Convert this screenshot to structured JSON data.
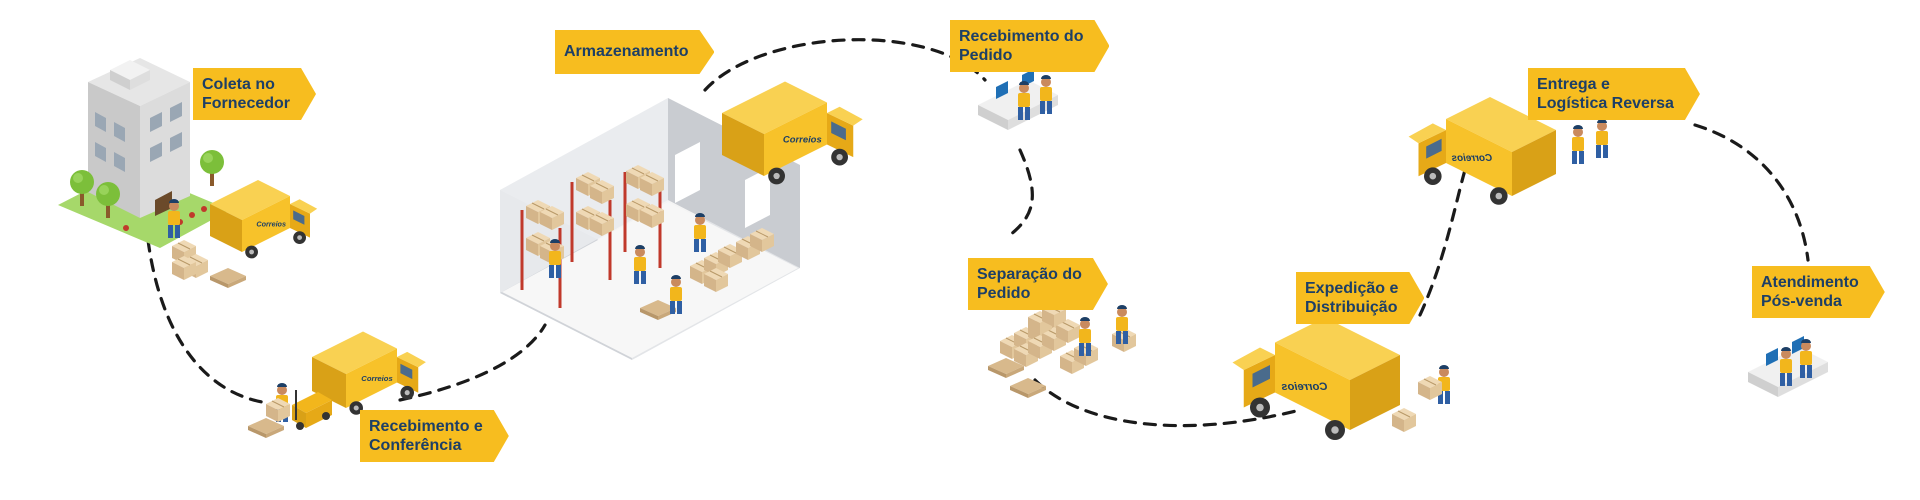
{
  "stages": [
    {
      "id": "coleta",
      "lines": [
        "Coleta no",
        "Fornecedor"
      ]
    },
    {
      "id": "recebimento-conferencia",
      "lines": [
        "Recebimento e",
        "Conferência"
      ]
    },
    {
      "id": "armazenamento",
      "lines": [
        "Armazenamento"
      ]
    },
    {
      "id": "recebimento-pedido",
      "lines": [
        "Recebimento do",
        "Pedido"
      ]
    },
    {
      "id": "separacao",
      "lines": [
        "Separação do",
        "Pedido"
      ]
    },
    {
      "id": "expedicao",
      "lines": [
        "Expedição e",
        "Distribuição"
      ]
    },
    {
      "id": "entrega",
      "lines": [
        "Entrega e",
        "Logística Reversa"
      ]
    },
    {
      "id": "atendimento",
      "lines": [
        "Atendimento",
        "Pós-venda"
      ]
    }
  ],
  "brand": {
    "truck_logo": "Correios"
  },
  "colors": {
    "tag": "#F7BD1F",
    "tag_text": "#1d3f66",
    "truck": "#F7C22A",
    "truck_shade": "#D9A117",
    "path": "#1a1a1a",
    "worker_shirt": "#F2B61C",
    "worker_pants": "#2f5fa3"
  }
}
